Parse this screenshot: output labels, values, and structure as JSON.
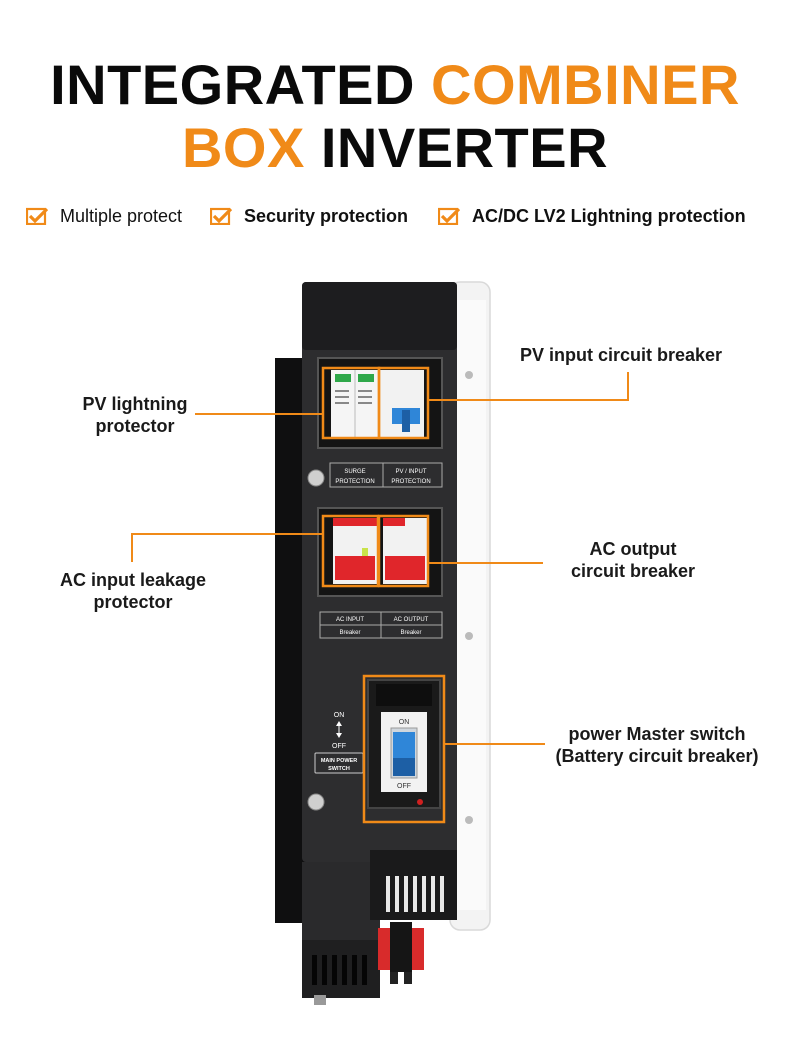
{
  "title": {
    "line1_dark": "INTEGRATED",
    "line1_accent": "COMBINER",
    "line2_accent": "BOX",
    "line2_dark": "INVERTER"
  },
  "features": [
    {
      "icon": "check-badge-icon",
      "text": "Multiple protect"
    },
    {
      "icon": "check-badge-icon",
      "text": "Security protection"
    },
    {
      "icon": "check-badge-icon",
      "text": "AC/DC LV2 Lightning protection"
    }
  ],
  "callouts": {
    "pv_input_breaker": "PV input circuit breaker",
    "pv_lightning_1": "PV lightning",
    "pv_lightning_2": "protector",
    "ac_output_1": "AC output",
    "ac_output_2": "circuit breaker",
    "ac_leakage_1": "AC input leakage",
    "ac_leakage_2": "protector",
    "master_1": "power Master switch",
    "master_2": "(Battery circuit breaker)"
  },
  "panel_labels": {
    "surge_1": "SURGE",
    "surge_2": "PROTECTION",
    "pv_1": "PV / INPUT",
    "pv_2": "PROTECTION",
    "ac_input": "AC INPUT",
    "ac_output": "AC OUTPUT",
    "breaker_1": "Breaker",
    "breaker_2": "Breaker",
    "on": "ON",
    "off": "OFF",
    "main_power_1": "MAIN POWER",
    "main_power_2": "SWITCH",
    "switch_on": "ON",
    "switch_off": "OFF"
  },
  "colors": {
    "accent": "#f08a18",
    "device_body": "#2d2d2f",
    "device_top": "#1d1d1f",
    "white_case": "#f4f4f4",
    "breaker_red": "#e0262b",
    "breaker_blue": "#2f86d8"
  }
}
